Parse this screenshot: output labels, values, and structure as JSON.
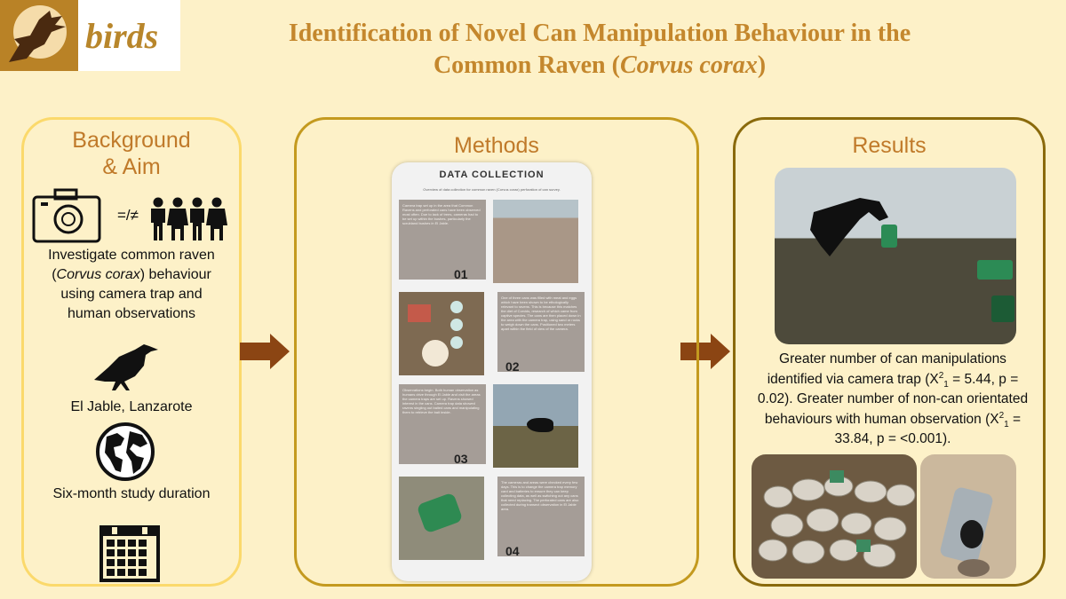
{
  "logo": {
    "text": "birds"
  },
  "title": {
    "line1": "Identification of Novel Can Manipulation Behaviour in the",
    "line2_prefix": "Common Raven (",
    "line2_italic": "Corvus corax",
    "line2_suffix": ")"
  },
  "background": {
    "heading_line1": "Background",
    "heading_line2": "& Aim",
    "compare_symbol": "=/≠",
    "aim_pre": "Investigate common raven (",
    "aim_italic": "Corvus corax",
    "aim_post": ") behaviour using camera trap and human observations",
    "location": "El Jable, Lanzarote",
    "duration": "Six-month study duration",
    "icons": [
      "camera-icon",
      "people-icon",
      "raven-icon",
      "globe-icon",
      "calendar-icon"
    ]
  },
  "methods": {
    "heading": "Methods",
    "infographic": {
      "title": "DATA COLLECTION",
      "subtitle": "Overview of data collection for common raven (Corvus corax) perforation of can survey.",
      "steps": [
        {
          "num": "01",
          "text": "Camera trap set up in the area that Common Ravens and perforated cans have been observed most often. Due to lack of trees, cameras had to be set up within the bushes, particularly the scrubland bushes in El Jable."
        },
        {
          "num": "02",
          "text": "One of three cans was filled with meat and eggs which have been shown to be ethologically relevant to ravens. This is because this matches the diet of Corvids, research of which came from captive species. The cans are then placed down in the area with the camera trap, using sand or rocks to weigh down the cans. Positioned two meters apart within the field of view of the camera."
        },
        {
          "num": "03",
          "text": "Observations begin. Both human observation as humans drive through El Jable and visit the areas the camera traps are set up. Ravens showed interest in the cans. Camera trap data showed ravens singling out baited cans and manipulating them to retrieve the bait inside."
        },
        {
          "num": "04",
          "text": "The cameras and areas were checked every few days. This is to change the camera trap memory card and batteries to ensure they can keep collecting data, as well as switching out any cans that need replacing. The perforated cans are also collected during transect observation in El Jable area."
        }
      ]
    }
  },
  "results": {
    "heading": "Results",
    "t1": "Greater number of can manipulations identified via camera trap (X",
    "s1_sup": "2",
    "s1_sub": "1",
    "t2": " = 5.44, p = 0.02). Greater number of non-can orientated behaviours with human observation (X",
    "s2_sup": "2",
    "s2_sub": "1",
    "t3": " = 33.84, p = <0.001)."
  },
  "colors": {
    "background": "#fdf1c8",
    "title": "#c4872d",
    "panel1_border": "#fbd96b",
    "panel2_border": "#c49a1f",
    "panel3_border": "#8a6a0c",
    "arrow": "#8b4513"
  }
}
